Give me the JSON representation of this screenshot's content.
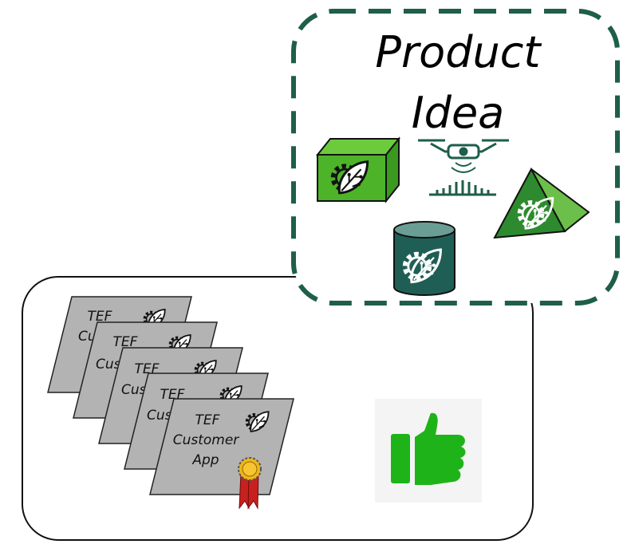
{
  "product_idea": {
    "title_line1": "Product",
    "title_line2": "Idea"
  },
  "cards": {
    "back_line1": "TEF",
    "back_line2_partial": "Cus",
    "front_line1": "TEF",
    "front_line2": "Customer",
    "front_line3": "App"
  },
  "colors": {
    "dashed_border": "#1e5e4a",
    "card_fill": "#b3b3b3",
    "thumb_green": "#1fb31a",
    "cube_green": "#4db328",
    "pyramid_green": "#2e8a2e",
    "cylinder_teal": "#1f5e55",
    "ribbon_red": "#c8201f",
    "medal_gold": "#f2b51a"
  },
  "icons": [
    "tef-logo-icon",
    "cube-icon",
    "drone-icon",
    "pyramid-icon",
    "database-cylinder-icon",
    "award-ribbon-icon",
    "thumbs-up-icon"
  ]
}
